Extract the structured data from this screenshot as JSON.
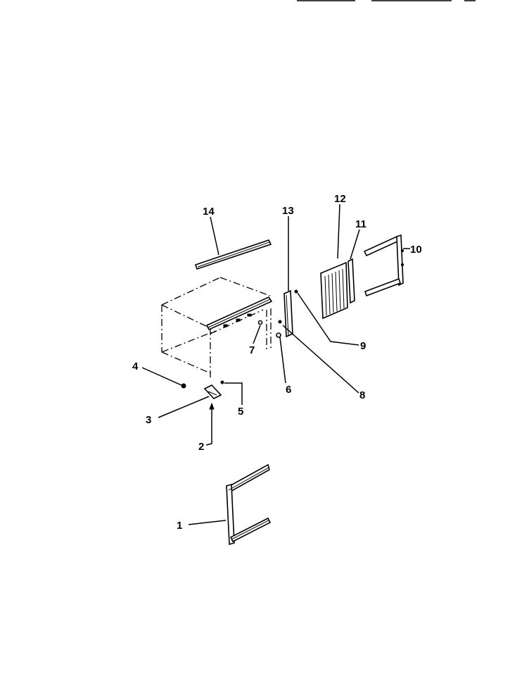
{
  "diagram": {
    "callouts": [
      "1",
      "2",
      "3",
      "4",
      "5",
      "6",
      "7",
      "8",
      "9",
      "10",
      "11",
      "12",
      "13",
      "14"
    ]
  },
  "colors": {
    "ink": "#000000",
    "paper": "#ffffff"
  }
}
